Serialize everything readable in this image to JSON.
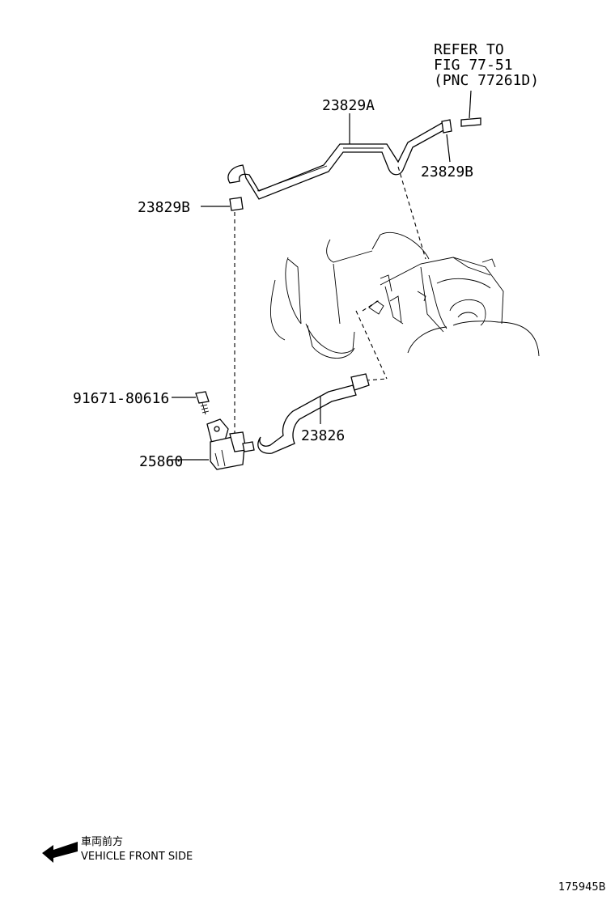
{
  "callouts": {
    "hose_upper": "23829A",
    "clamp_right": "23829B",
    "clamp_left": "23829B",
    "bolt": "91671-80616",
    "hose_lower": "23826",
    "vsv": "25860"
  },
  "refer": {
    "line1": "REFER TO",
    "line2": "FIG 77-51",
    "line3": "(PNC 77261D)"
  },
  "direction": {
    "jp": "車両前方",
    "en": "VEHICLE FRONT SIDE"
  },
  "figure_id": "175945B"
}
